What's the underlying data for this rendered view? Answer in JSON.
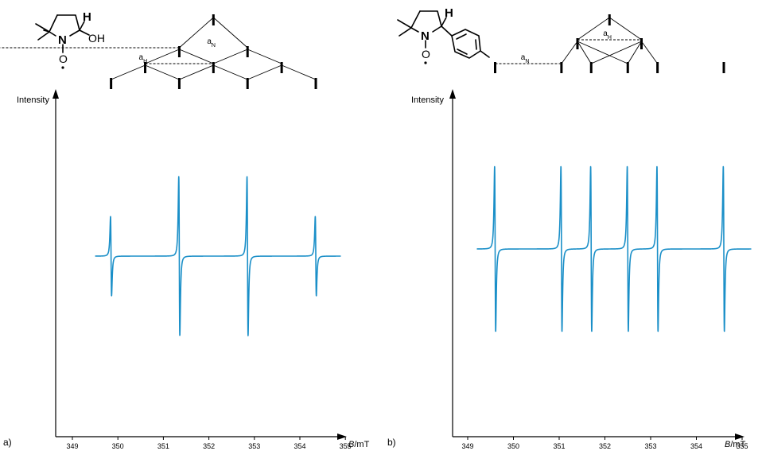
{
  "chart_data": [
    {
      "type": "line",
      "panel_label": "a)",
      "xlabel_var": "B",
      "xlabel_unit": "/mT",
      "ylabel": "Intensity",
      "x_ticks": [
        349,
        350,
        351,
        352,
        353,
        354,
        355
      ],
      "xlim": [
        349,
        355
      ],
      "x_range": [
        349.5,
        354.9
      ],
      "line_positions": [
        349.85,
        351.35,
        352.85,
        354.35
      ],
      "line_amplitudes": [
        0.5,
        1.0,
        1.0,
        0.5
      ],
      "line_width": 0.02,
      "stick_levels": [
        [
          352.1
        ],
        [
          351.35,
          352.85
        ],
        [
          350.6,
          352.1,
          353.6
        ],
        [
          349.85,
          351.35,
          352.85,
          354.35
        ]
      ],
      "dashed": [
        [
          1,
          0,
          2
        ],
        [
          2,
          0,
          1
        ]
      ],
      "labels": [
        {
          "text": "a",
          "sub": "N",
          "level": 1,
          "x": 352.1
        },
        {
          "text": "a",
          "sub": "H",
          "level": 2,
          "x": 350.6
        }
      ],
      "molecule": {
        "atoms": [
          "N",
          "O",
          "H",
          "OH"
        ]
      }
    },
    {
      "type": "line",
      "panel_label": "b)",
      "xlabel_var": "B",
      "xlabel_unit": "/mT",
      "ylabel": "Intensity",
      "x_ticks": [
        349,
        350,
        351,
        352,
        353,
        354,
        355
      ],
      "xlim": [
        349,
        355
      ],
      "x_range": [
        349.2,
        355.2
      ],
      "line_positions": [
        349.6,
        351.05,
        351.7,
        352.5,
        353.15,
        354.6
      ],
      "line_amplitudes": [
        1.0,
        1.0,
        1.0,
        1.0,
        1.0,
        1.0
      ],
      "line_width": 0.02,
      "stick_levels": [
        [
          352.1
        ],
        [
          351.4,
          352.8
        ],
        [
          349.6,
          351.05,
          351.7,
          352.5,
          353.15,
          354.6
        ]
      ],
      "dashed": [
        [
          1,
          0,
          1
        ],
        [
          2,
          0,
          1
        ]
      ],
      "labels": [
        {
          "text": "a",
          "sub": "H",
          "level": 1,
          "x": 352.1
        },
        {
          "text": "a",
          "sub": "N",
          "level": 2,
          "x": 350.3
        }
      ],
      "molecule": {
        "atoms": [
          "N",
          "O",
          "H"
        ]
      }
    }
  ]
}
